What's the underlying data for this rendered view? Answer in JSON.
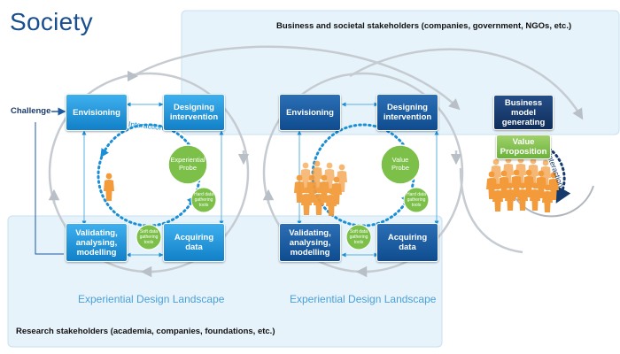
{
  "title": "Society",
  "business_stakeholders": "Business and societal stakeholders (companies, government, NGOs, etc.)",
  "research_stakeholders": "Research stakeholders (academia, companies, foundations, etc.)",
  "challenge": "Challenge",
  "interaction": "Interaction",
  "landscape_label": "Experiential Design Landscape",
  "cycle_steps": {
    "envisioning": "Envisioning",
    "designing": "Designing intervention",
    "acquiring": "Acquiring data",
    "validating": "Validating, analysing, modelling"
  },
  "probes": {
    "experiential": "Experiential Probe",
    "value": "Value Probe"
  },
  "tools": {
    "hard": "Hard data gathering tools",
    "soft": "Soft data gathering tools"
  },
  "business_model": "Business model generating",
  "value_proposition": "Value Proposition",
  "colors": {
    "light_blue": "#1a8fd6",
    "dark_blue": "#1a5aa0",
    "navy": "#173a6c",
    "green": "#7cc04a",
    "orange": "#f39a3a",
    "panel": "#e6f3fb"
  }
}
